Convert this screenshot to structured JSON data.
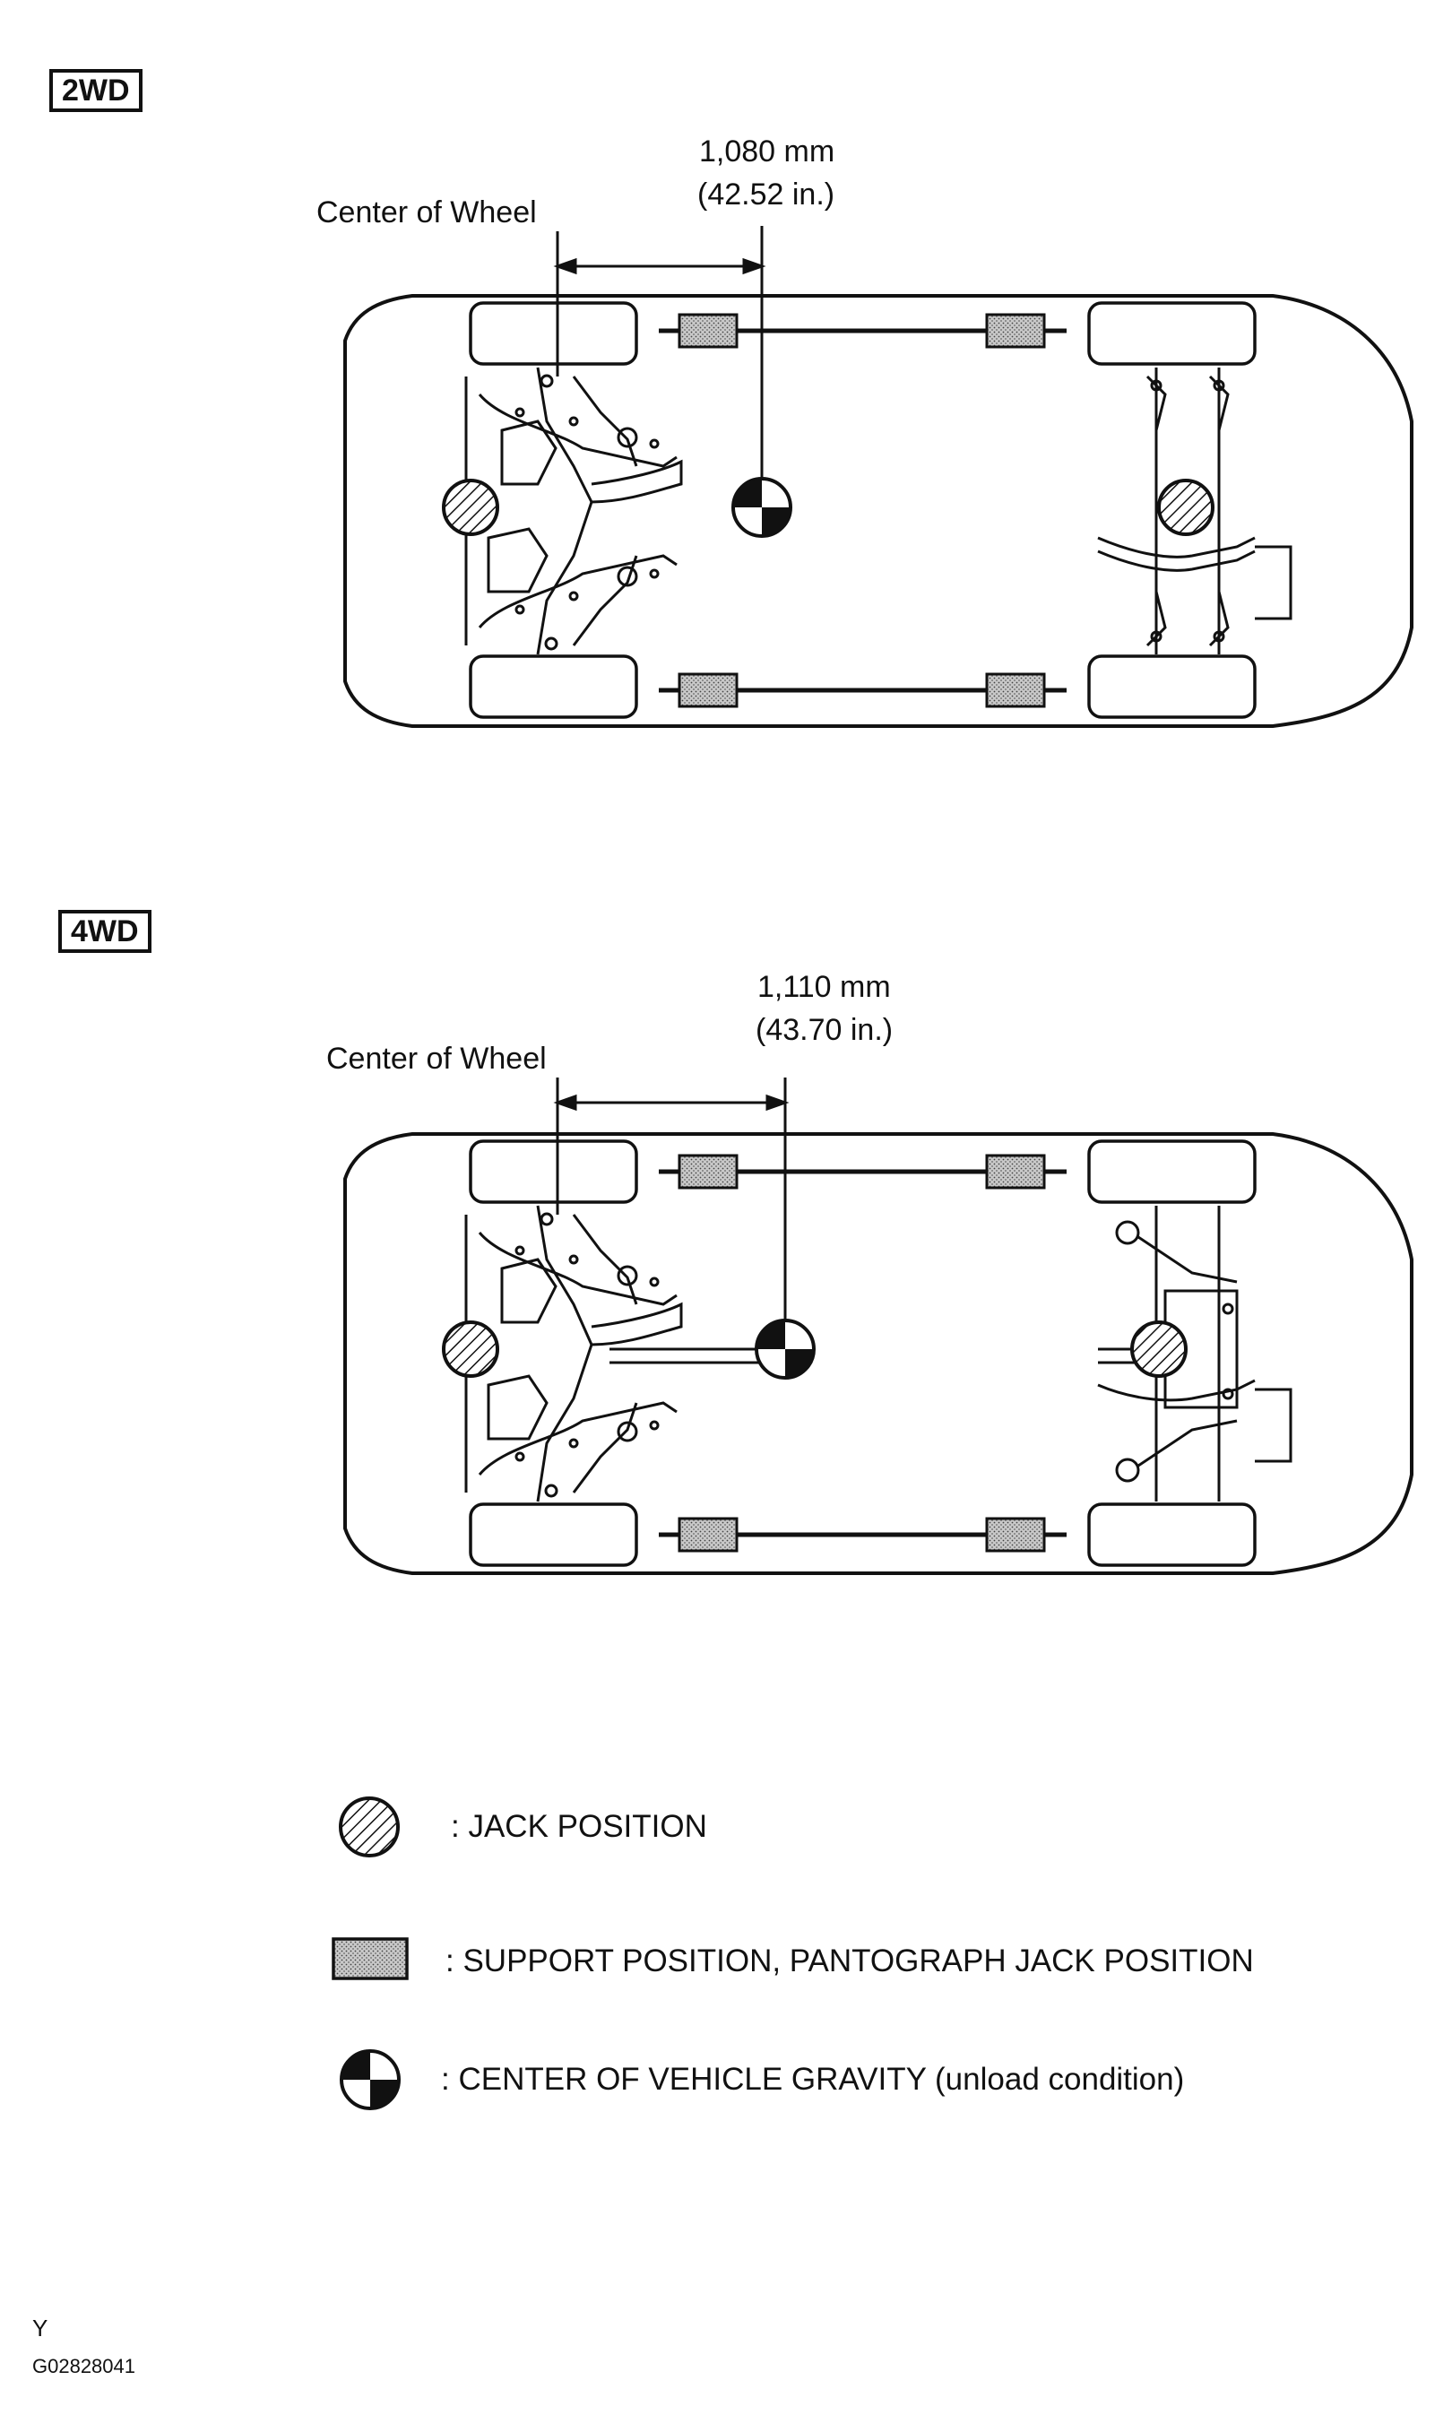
{
  "sections": {
    "2wd": {
      "tag": "2WD",
      "distance_mm": "1,080 mm",
      "distance_in": "(42.52 in.)",
      "center_label": "Center of Wheel"
    },
    "4wd": {
      "tag": "4WD",
      "distance_mm": "1,110 mm",
      "distance_in": "(43.70 in.)",
      "center_label": "Center of Wheel"
    }
  },
  "legend": {
    "jack": ": JACK POSITION",
    "support": ": SUPPORT POSITION, PANTOGRAPH JACK POSITION",
    "gravity": ": CENTER OF VEHICLE GRAVITY (unload condition)"
  },
  "footer": {
    "letter": "Y",
    "code": "G02828041"
  },
  "icons": {
    "jack": "hatched-circle-icon",
    "support": "stippled-rectangle-icon",
    "gravity": "quartered-circle-icon"
  },
  "colors": {
    "ink": "#111111",
    "stipple": "#9a9a9a",
    "paper": "#ffffff"
  }
}
